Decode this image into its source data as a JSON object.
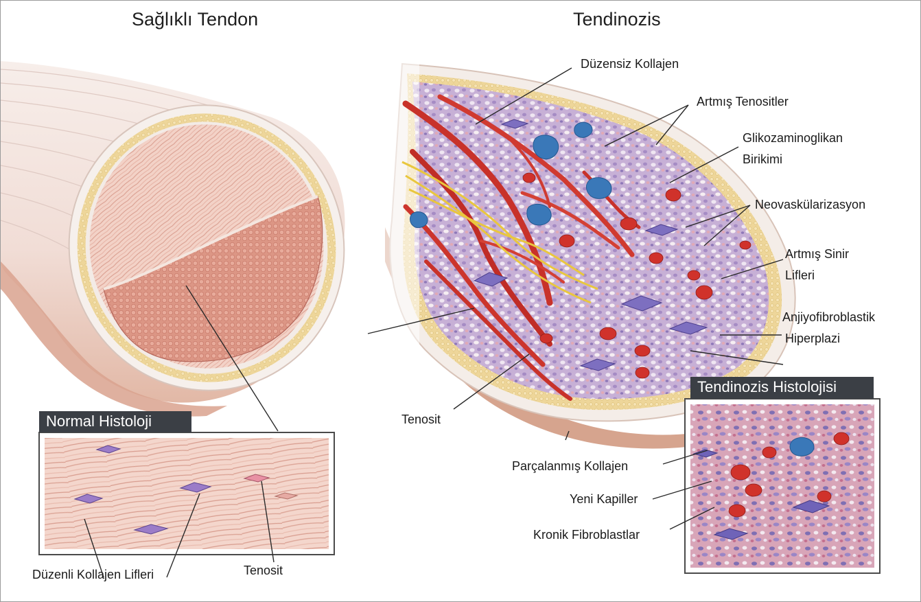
{
  "panels": {
    "left_title": "Sağlıklı Tendon",
    "right_title": "Tendinozis"
  },
  "insets": {
    "normal_title": "Normal Histoloji",
    "tendinosis_title": "Tendinozis Histolojisi"
  },
  "labels": {
    "duzenli_kollajen": "Düzenli Kollajen Lifleri",
    "tenosit_left": "Tenosit",
    "duzensiz_kollajen": "Düzensiz Kollajen",
    "artmis_tenositler": "Artmış Tenositler",
    "glikozaminoglikan_1": "Glikozaminoglikan",
    "glikozaminoglikan_2": "Birikimi",
    "neovaskularizasyon": "Neovaskülarizasyon",
    "artmis_sinir_1": "Artmış Sinir",
    "artmis_sinir_2": "Lifleri",
    "anjiyo_1": "Anjiyofibroblastik",
    "anjiyo_2": "Hiperplazi",
    "tenosit_right": "Tenosit",
    "parcalanmis_kollajen": "Parçalanmış Kollajen",
    "yeni_kapiller": "Yeni Kapiller",
    "kronik_fibroblastlar": "Kronik Fibroblastlar"
  },
  "colors": {
    "healthy_fiber": "#f2cfc4",
    "healthy_fascicle": "#d9877a",
    "sheath_yellow": "#e9cf86",
    "tendinosis_matrix": "#c9b3d6",
    "vessel_red": "#c8322a",
    "nerve_yellow": "#e9c73e",
    "gag_blue": "#3a78b8",
    "inset_border": "#4a4a4a"
  }
}
